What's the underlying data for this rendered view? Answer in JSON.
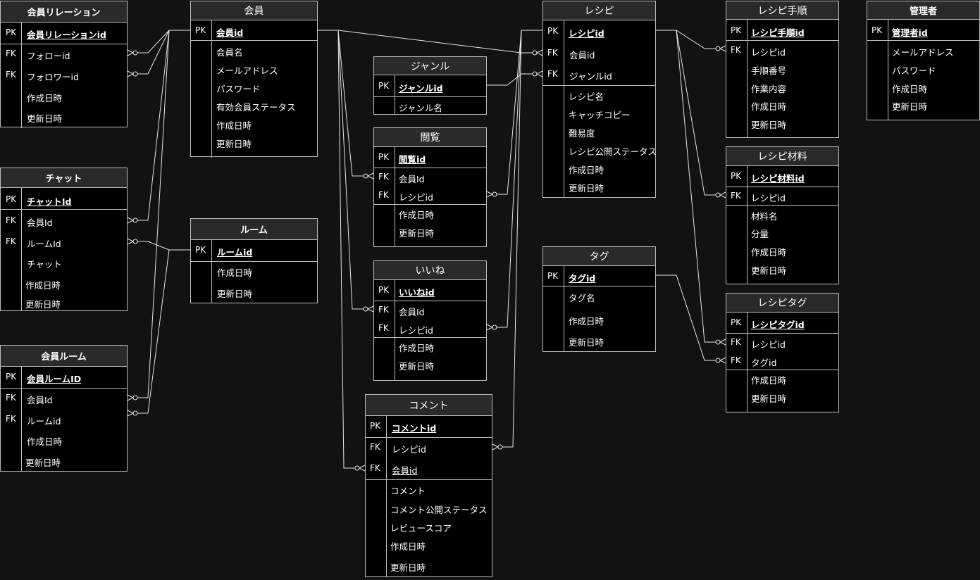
{
  "entities": {
    "member_relation": {
      "title": "会員リレーション",
      "pk": "会員リレーションid",
      "fk1": "フォローid",
      "fk2": "フォロワーid",
      "f1": "作成日時",
      "f2": "更新日時"
    },
    "member": {
      "title": "会員",
      "pk": "会員id",
      "f1": "会員名",
      "f2": "メールアドレス",
      "f3": "パスワード",
      "f4": "有効会員ステータス",
      "f5": "作成日時",
      "f6": "更新日時"
    },
    "genre": {
      "title": "ジャンル",
      "pk": "ジャンルid",
      "f1": "ジャンル名"
    },
    "recipe": {
      "title": "レシピ",
      "pk": "レシピid",
      "fk1": "会員id",
      "fk2": "ジャンルid",
      "f1": "レシピ名",
      "f2": "キャッチコピー",
      "f3": "難易度",
      "f4": "レシピ公開ステータス",
      "f5": "作成日時",
      "f6": "更新日時"
    },
    "recipe_step": {
      "title": "レシピ手順",
      "pk": "レシピ手順id",
      "fk1": "レシピid",
      "f1": "手順番号",
      "f2": "作業内容",
      "f3": "作成日時",
      "f4": "更新日時"
    },
    "admin": {
      "title": "管理者",
      "pk": "管理者id",
      "f1": "メールアドレス",
      "f2": "パスワード",
      "f3": "作成日時",
      "f4": "更新日時"
    },
    "view": {
      "title": "閲覧",
      "pk": "閲覧id",
      "fk1": "会員Id",
      "fk2": "レシピid",
      "f1": "作成日時",
      "f2": "更新日時"
    },
    "chat": {
      "title": "チャット",
      "pk": "チャットId",
      "fk1": "会員Id",
      "fk2": "ルームId",
      "f1": "チャット",
      "f2": "作成日時",
      "f3": "更新日時"
    },
    "room": {
      "title": "ルーム",
      "pk": "ルームid",
      "f1": "作成日時",
      "f2": "更新日時"
    },
    "recipe_material": {
      "title": "レシピ材料",
      "pk": "レシピ材料id",
      "fk1": "レシピid",
      "f1": "材料名",
      "f2": "分量",
      "f3": "作成日時",
      "f4": "更新日時"
    },
    "tag": {
      "title": "タグ",
      "pk": "タグid",
      "f1": "タグ名",
      "f2": "作成日時",
      "f3": "更新日時"
    },
    "like": {
      "title": "いいね",
      "pk": "いいねid",
      "fk1": "会員Id",
      "fk2": "レシピid",
      "f1": "作成日時",
      "f2": "更新日時"
    },
    "recipe_tag": {
      "title": "レシピタグ",
      "pk": "レシピタグid",
      "fk1": "レシピid",
      "fk2": "タグid",
      "f1": "作成日時",
      "f2": "更新日時"
    },
    "member_room": {
      "title": "会員ルーム",
      "pk": "会員ルームID",
      "fk1": "会員Id",
      "fk2": "ルームid",
      "f1": "作成日時",
      "f2": "更新日時"
    },
    "comment": {
      "title": "コメント",
      "pk": "コメントid",
      "fk1": "レシピid",
      "fk2": "会員id",
      "f1": "コメント",
      "f2": "コメント公開ステータス",
      "f3": "レビュースコア",
      "f4": "作成日時",
      "f5": "更新日時"
    }
  },
  "keys": {
    "pk": "PK",
    "fk": "FK"
  },
  "colors": {
    "background": "#121212",
    "entity_fill": "#000000",
    "header_fill": "#2a2a2a",
    "border": "#bdbdbd",
    "text": "#ffffff"
  }
}
